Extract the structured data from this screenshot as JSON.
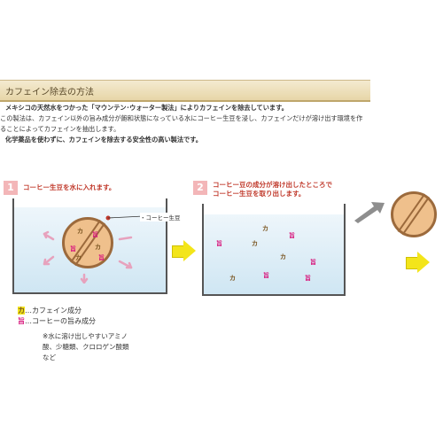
{
  "section_title": "カフェイン除去の方法",
  "intro": {
    "line1": "メキシコの天然水をつかった「マウンテン･ウォーター製法」によりカフェインを除去しています。",
    "line2": "この製法は、カフェイン以外の旨み成分が飽和状態になっている水にコーヒー生豆を浸し、カフェインだけが溶け出す環境を作",
    "line3": "ることによってカフェインを抽出します。",
    "line4": "化学薬品を使わずに、カフェインを除去する安全性の高い製法です。"
  },
  "step1": {
    "number": "1",
    "text": "コーヒー生豆を水に入れます。"
  },
  "step2": {
    "number": "2",
    "text_line1": "コーヒー豆の成分が溶け出したところで",
    "text_line2": "コーヒー生豆を取り出します。"
  },
  "callout": "コーヒー生豆",
  "marks": {
    "caffeine": "カ",
    "umami": "旨"
  },
  "legend": {
    "caffeine_mark": "カ",
    "caffeine_text": "…カフェイン成分",
    "umami_mark": "旨",
    "umami_text": "…コーヒーの旨み成分"
  },
  "note": {
    "line1": "※水に溶け出しやすいアミノ",
    "line2": "酸、少糖類、クロロゲン酸類",
    "line3": "など"
  },
  "colors": {
    "step_accent": "#c0392b",
    "caffeine": "#7a5420",
    "umami": "#d81b7e",
    "arrow_yellow": "#f3e51a"
  }
}
